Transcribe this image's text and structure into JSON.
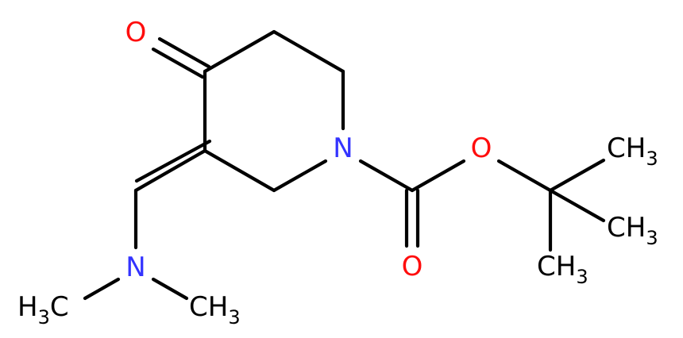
{
  "colors": {
    "carbon": "#000000",
    "nitrogen": "#3333ff",
    "oxygen": "#ff0d0d",
    "background": "#ffffff"
  },
  "atoms": {
    "ketone_oxygen": "O",
    "ring_nitrogen": "N",
    "ester_oxygen": "O",
    "carbonyl_oxygen": "O",
    "amine_nitrogen": "N",
    "methyl_1": {
      "main": "CH",
      "sub": "3"
    },
    "methyl_2": {
      "main": "CH",
      "sub": "3"
    },
    "methyl_3": {
      "main": "CH",
      "sub": "3"
    },
    "n_methyl_left": {
      "main": "H",
      "sub": "3",
      "tail": "C"
    },
    "n_methyl_right": {
      "main": "CH",
      "sub": "3"
    }
  }
}
